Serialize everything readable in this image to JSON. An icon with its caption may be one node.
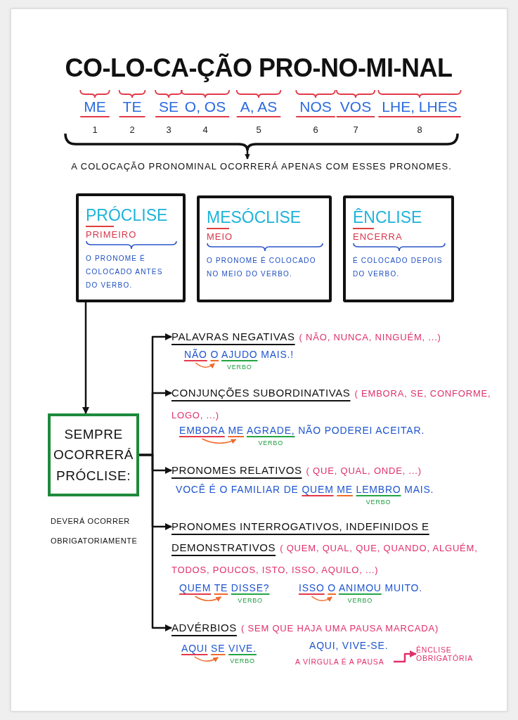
{
  "diagram": {
    "title": "CO-LO-CA-ÇÃO PRO-NO-MI-NAL",
    "nodes": [
      {
        "text": [
          "PRÓCLISE",
          "PRIMEIRO",
          "O PRONOME É COLOCADO ANTES DO VERBO."
        ]
      },
      {
        "text": [
          "MESÓCLISE",
          "MEIO",
          "O PRONOME É COLOCADO NO MEIO DO VERBO."
        ]
      },
      {
        "text": [
          "ÊNCLISE",
          "ENCERRA",
          "É COLOCADO DEPOIS DO VERBO."
        ]
      },
      {
        "text": [
          "SEMPRE OCORRERÁ PRÓCLISE:"
        ],
        "beside": [
          "DEVERÁ OCORRER OBRIGATORIAMENTE"
        ]
      },
      {
        "text": [
          "PALAVRAS NEGATIVAS",
          "( NÃO, NUNCA, NINGUÉM, ...)"
        ],
        "beside": [
          "NÃO O AJUDO MAIS.!",
          "VERBO"
        ]
      },
      {
        "text": [
          "CONJUNÇÕES SUBORDINATIVAS",
          "( EMBORA, SE, CONFORME, LOGO, ...)"
        ],
        "beside": [
          "EMBORA ME AGRADE, NÃO PODEREI ACEITAR.",
          "VERBO"
        ]
      },
      {
        "text": [
          "PRONOMES RELATIVOS",
          "( QUE, QUAL, ONDE, ...)"
        ],
        "beside": [
          "VOCÊ É O FAMILIAR DE QUEM ME LEMBRO MAIS.",
          "VERBO"
        ]
      },
      {
        "text": [
          "PRONOMES INTERROGATIVOS, INDEFINIDOS E DEMONSTRATIVOS",
          "( QUEM, QUAL, QUE, QUANDO, ALGUÉM, TODOS, POUCOS, ISTO, ISSO, AQUILO, ...)"
        ],
        "beside": [
          "QUEM TE DISSE?",
          "VERBO",
          "ISSO O ANIMOU MUITO.",
          "VERBO"
        ]
      },
      {
        "text": [
          "ADVÉRBIOS",
          "( SEM QUE HAJA UMA PAUSA MARCADA)"
        ],
        "beside": [
          "AQUI SE VIVE.",
          "VERBO",
          "AQUI, VIVE-SE."
        ]
      },
      {
        "text": [
          "A VÍRGULA É A PAUSA"
        ]
      },
      {
        "text": [
          "ÊNCLISE OBRIGATÓRIA"
        ]
      }
    ],
    "edges": [
      {
        "from": 0,
        "to": 3,
        "arrow": "to"
      },
      {
        "from": 3,
        "to": 4,
        "arrow": "to"
      },
      {
        "from": 3,
        "to": 5,
        "arrow": "to"
      },
      {
        "from": 3,
        "to": 6,
        "arrow": "to"
      },
      {
        "from": 3,
        "to": 7,
        "arrow": "to"
      },
      {
        "from": 3,
        "to": 8,
        "arrow": "to"
      },
      {
        "from": 9,
        "to": 10,
        "arrow": "to",
        "color": "#e0306a"
      }
    ],
    "labels": [
      "ME",
      "TE",
      "SE",
      "O, OS",
      "A, AS",
      "NOS",
      "VOS",
      "LHE, LHES",
      "1",
      "2",
      "3",
      "4",
      "5",
      "6",
      "7",
      "8",
      "A COLOCAÇÃO PRONOMINAL OCORRERÁ APENAS COM ESSES PRONOMES."
    ]
  }
}
